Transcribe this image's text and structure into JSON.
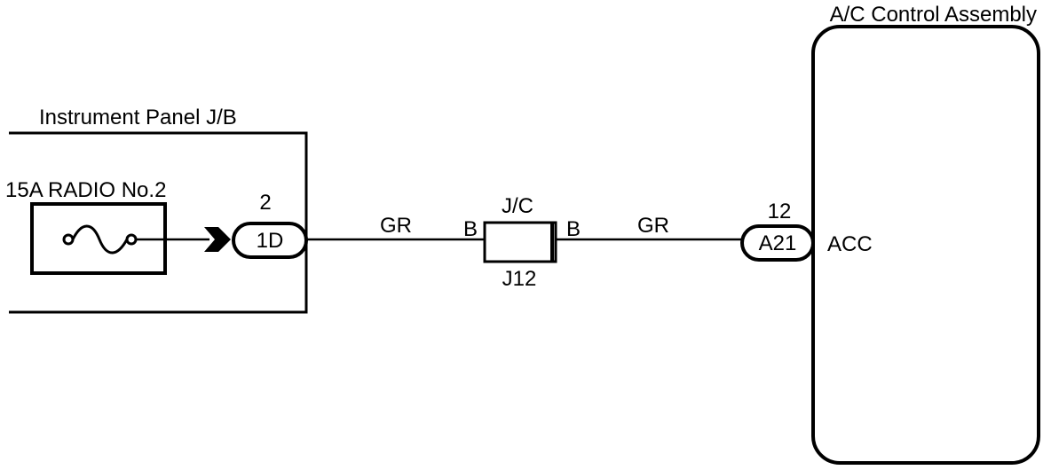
{
  "instrument_panel": {
    "title": "Instrument Panel J/B",
    "fuse_label": "15A RADIO No.2",
    "pin_number": "2",
    "connector_id": "1D"
  },
  "wire_left": {
    "color_code": "GR"
  },
  "junction": {
    "top_label": "J/C",
    "bottom_label": "J12",
    "left_pin": "B",
    "right_pin": "B"
  },
  "wire_right": {
    "color_code": "GR"
  },
  "ac_control": {
    "title": "A/C Control Assembly",
    "pin_number": "12",
    "connector_id": "A21",
    "terminal_name": "ACC"
  },
  "colors": {
    "line": "#000000",
    "background": "#ffffff"
  },
  "icons": {
    "fuse": "fuse-icon",
    "connector_arrow": "connector-arrow-icon"
  }
}
